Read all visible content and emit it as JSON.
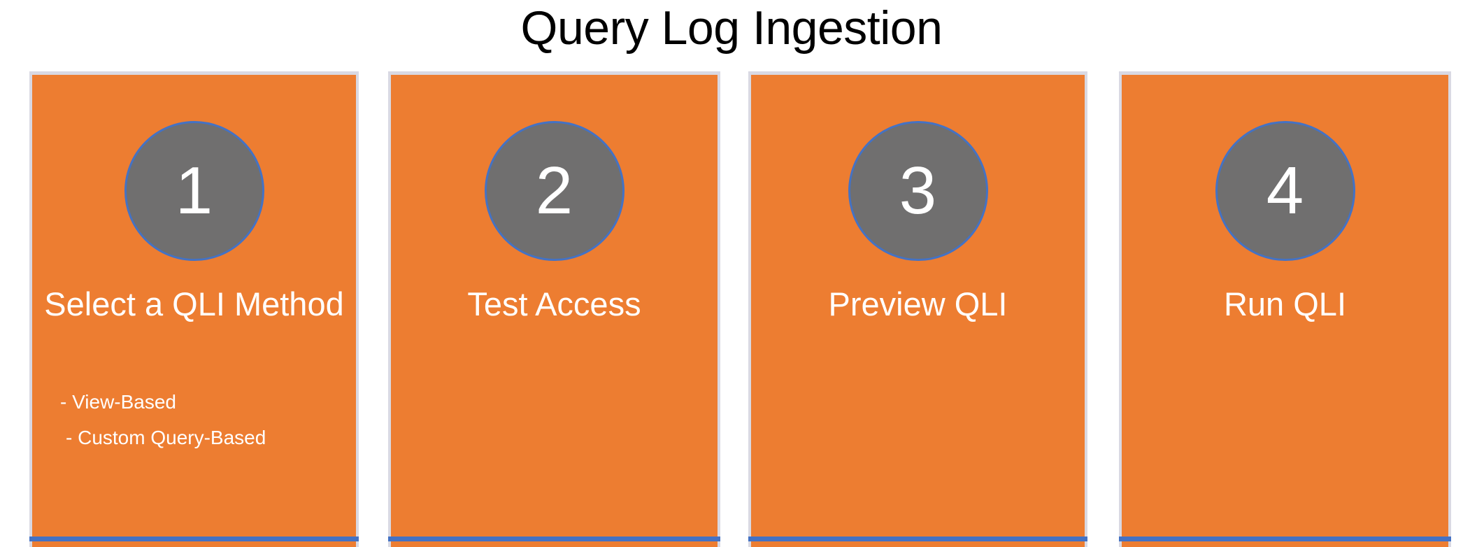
{
  "page": {
    "title": "Query Log Ingestion",
    "background_color": "#FFFFFF",
    "title_color": "#000000"
  },
  "theme": {
    "card_fill": "#ED7D31",
    "card_border": "#D9D9E3",
    "accent_rule": "#4472C4",
    "badge_fill": "#706F6F",
    "badge_border": "#4472C4",
    "card_text": "#FFFFFF"
  },
  "steps": [
    {
      "number": "1",
      "heading": "Select a QLI Method",
      "bullets": [
        "- View-Based",
        "- Custom Query-Based"
      ]
    },
    {
      "number": "2",
      "heading": "Test Access",
      "bullets": []
    },
    {
      "number": "3",
      "heading": "Preview QLI",
      "bullets": []
    },
    {
      "number": "4",
      "heading": "Run QLI",
      "bullets": []
    }
  ]
}
